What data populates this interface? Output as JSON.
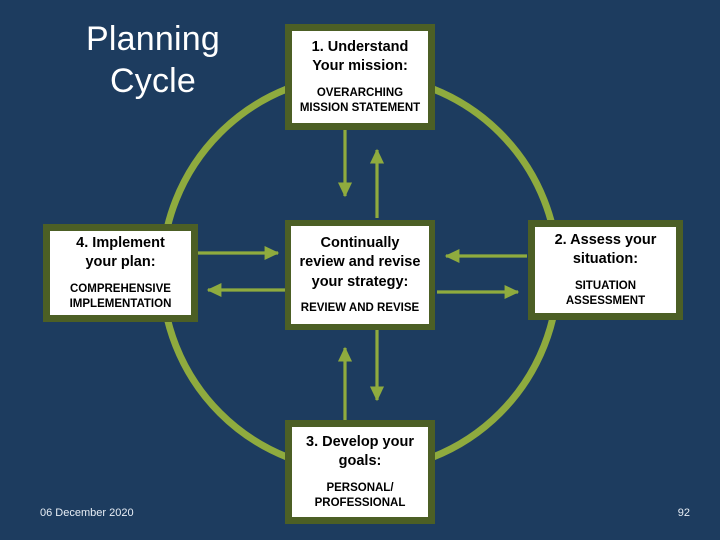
{
  "slide": {
    "title": "Planning\nCycle",
    "background_color": "#1d3c5f",
    "accent_color": "#8fab3e",
    "box_border_color": "#4c5f25",
    "box_fill_color": "#ffffff",
    "title_color": "#ffffff"
  },
  "nodes": {
    "mission": {
      "heading": "1. Understand\nYour mission:",
      "subtext": "OVERARCHING\nMISSION STATEMENT"
    },
    "assess": {
      "heading": "2. Assess your\nsituation:",
      "subtext": "SITUATION\nASSESSMENT"
    },
    "goals": {
      "heading": "3. Develop your\ngoals:",
      "subtext": "PERSONAL/\nPROFESSIONAL"
    },
    "implement": {
      "heading": "4. Implement\nyour plan:",
      "subtext": "COMPREHENSIVE\nIMPLEMENTATION"
    },
    "center": {
      "heading": "Continually\nreview and revise\nyour strategy:",
      "subtext": "REVIEW AND REVISE"
    }
  },
  "connectors": [
    {
      "name": "mission-to-center",
      "direction": "down",
      "from": "mission",
      "to": "center"
    },
    {
      "name": "center-to-mission",
      "direction": "up",
      "from": "center",
      "to": "mission"
    },
    {
      "name": "assess-to-center",
      "direction": "left",
      "from": "assess",
      "to": "center"
    },
    {
      "name": "center-to-assess",
      "direction": "right",
      "from": "center",
      "to": "assess"
    },
    {
      "name": "center-to-goals",
      "direction": "down",
      "from": "center",
      "to": "goals"
    },
    {
      "name": "goals-to-center",
      "direction": "up",
      "from": "goals",
      "to": "center"
    },
    {
      "name": "implement-to-center",
      "direction": "right",
      "from": "implement",
      "to": "center"
    },
    {
      "name": "center-to-implement",
      "direction": "left",
      "from": "center",
      "to": "implement"
    }
  ],
  "footer": {
    "date": "06 December 2020",
    "page_number": "92"
  }
}
